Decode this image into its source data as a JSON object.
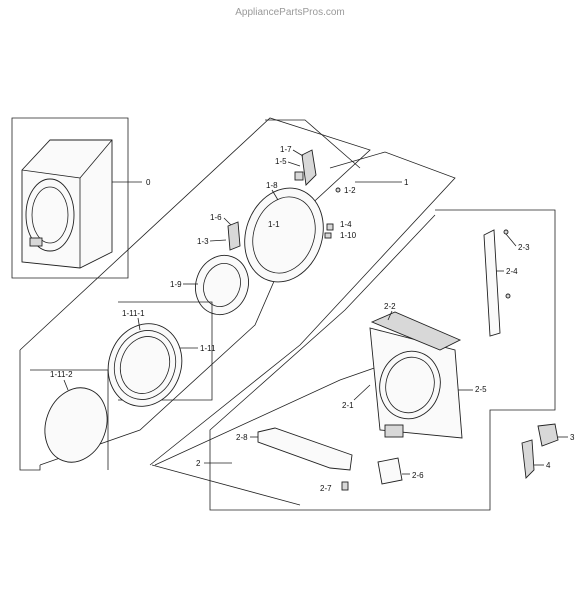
{
  "watermark": "AppliancePartsPros.com",
  "labels": {
    "l0": "0",
    "l1": "1",
    "l1_1": "1-1",
    "l1_2": "1-2",
    "l1_3": "1-3",
    "l1_4": "1-4",
    "l1_5": "1-5",
    "l1_6": "1-6",
    "l1_7": "1-7",
    "l1_8": "1-8",
    "l1_9": "1-9",
    "l1_10": "1-10",
    "l1_11": "1-11",
    "l1_11_1": "1-11-1",
    "l1_11_2": "1-11-2",
    "l2": "2",
    "l2_1": "2-1",
    "l2_2": "2-2",
    "l2_3": "2-3",
    "l2_4": "2-4",
    "l2_5": "2-5",
    "l2_6": "2-6",
    "l2_7": "2-7",
    "l2_8": "2-8",
    "l3": "3",
    "l4": "4"
  }
}
